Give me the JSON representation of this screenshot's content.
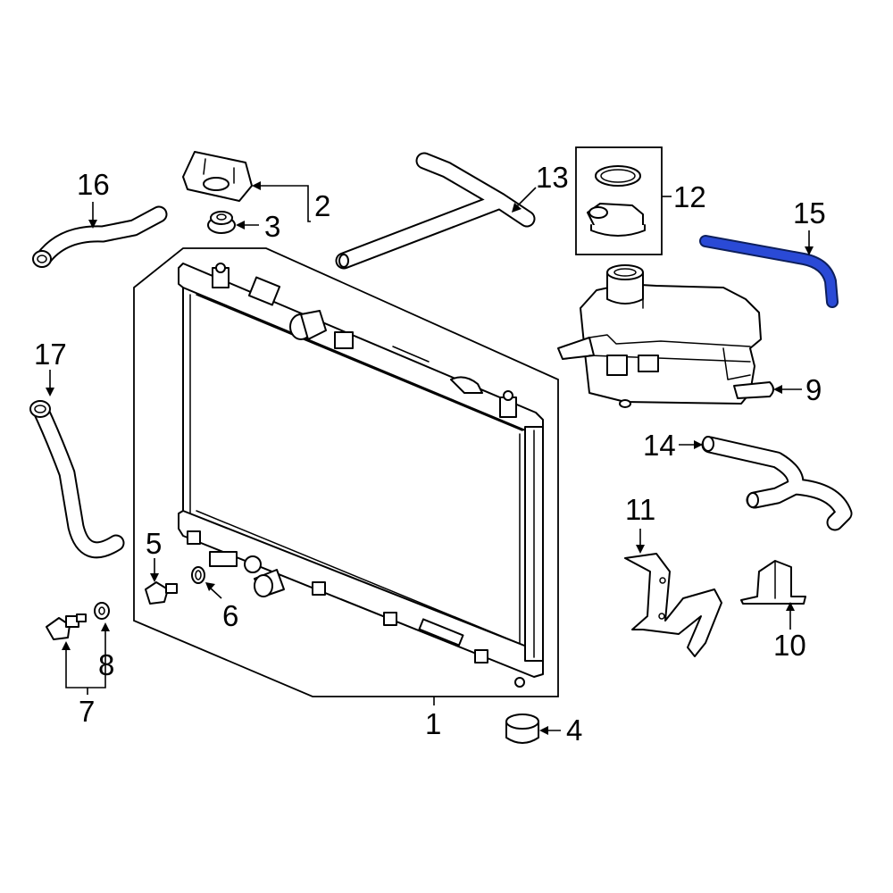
{
  "diagram": {
    "highlight_color": "#2a4ad6",
    "callouts": {
      "c1": "1",
      "c2": "2",
      "c3": "3",
      "c4": "4",
      "c5": "5",
      "c6": "6",
      "c7": "7",
      "c8": "8",
      "c9": "9",
      "c10": "10",
      "c11": "11",
      "c12": "12",
      "c13": "13",
      "c14": "14",
      "c15": "15",
      "c16": "16",
      "c17": "17"
    }
  }
}
